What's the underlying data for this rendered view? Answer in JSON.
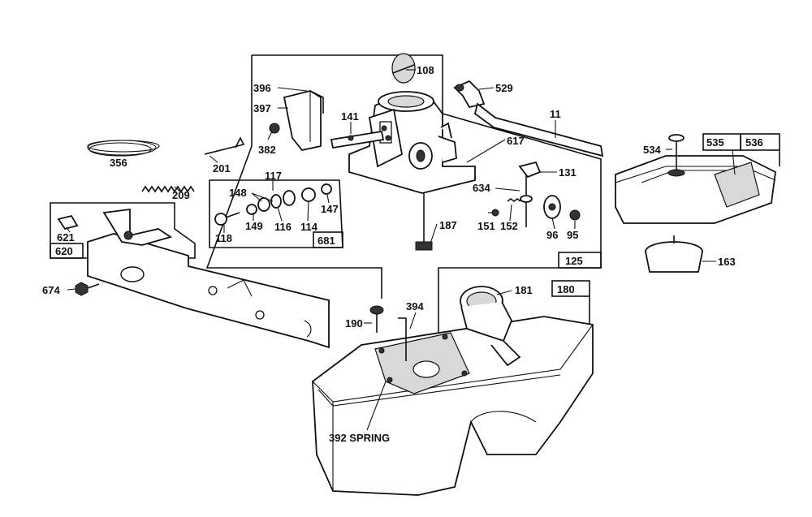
{
  "diagram": {
    "callouts": {
      "c108": "108",
      "c529": "529",
      "c396": "396",
      "c397": "397",
      "c141": "141",
      "c382": "382",
      "c11": "11",
      "c617": "617",
      "c356": "356",
      "c201": "201",
      "c131": "131",
      "c534": "534",
      "c535": "535",
      "c536": "536",
      "c117": "117",
      "c148": "148",
      "c634": "634",
      "c209": "209",
      "c149": "149",
      "c116": "116",
      "c114": "114",
      "c147": "147",
      "c118": "118",
      "c681": "681",
      "c187": "187",
      "c151": "151",
      "c152": "152",
      "c96": "96",
      "c95": "95",
      "c621": "621",
      "c620": "620",
      "c125": "125",
      "c163": "163",
      "c674": "674",
      "c181": "181",
      "c180": "180",
      "c394": "394",
      "c190": "190",
      "c392": "392 SPRING"
    }
  }
}
